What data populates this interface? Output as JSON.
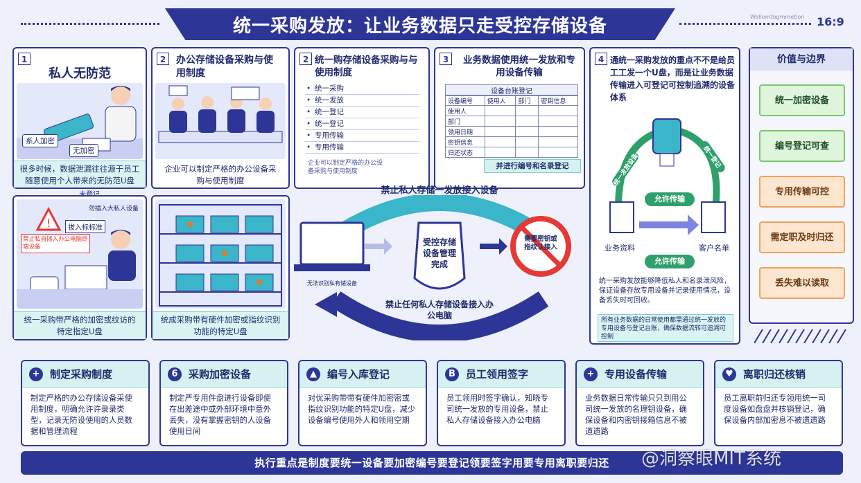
{
  "header": {
    "title": "统一采购发放：让业务数据只走受控存储设备",
    "ratio": "16:9",
    "tiny_mark": "Wellomtogmmetion"
  },
  "panels": {
    "p1": {
      "num": "1",
      "title": "私人无防范",
      "bubble1": "系人加密",
      "bubble2": "无加密",
      "tag": "未登记",
      "caption": "很多时候，数据泄漏往往源于员工随意使用个人带来的无防范U盘"
    },
    "p2": {
      "num": "2",
      "title": "办公存储设备采购与使用制度",
      "caption": "企业可以制定严格的办公设备采购与使用制度"
    },
    "p3": {
      "num": "2",
      "title": "统一购存储设备采购与与使用制度",
      "items": [
        "统一采购",
        "统一发放",
        "统一登记",
        "统一登记",
        "专用传输",
        "专用传输"
      ],
      "note": "企业可以制定严格的办公设备采购与使用制度"
    },
    "p4": {
      "num": "3",
      "title": "业务数据使用统一发放和专用设备传输",
      "table_title": "设备台账登记",
      "rows": [
        "设备编号",
        "使用人",
        "部门",
        "领用日期",
        "密钥信息",
        "归还状态"
      ],
      "cols": [
        "设备编号",
        "使用人",
        "部门",
        "密钥信息"
      ],
      "badge": "并进行编号和名录登记"
    },
    "p5": {
      "sign_title": "勿插入大私人设备",
      "warn": "拔入标标准",
      "warn_note": "禁止私自插入办公电脑终端设备",
      "caption": "统一采购带严格的加密或纹访的特定指定U盘"
    },
    "p6": {
      "caption": "统成采购带有硬件加密或指纹识别功能的特定U盘"
    },
    "center": {
      "arc_top": "禁止私人存储一发放接入设备",
      "arc_bottom": "禁止任何私人存储设备接入办公电脑",
      "shield": "受控存储设备管理完成",
      "laptop_label": "无法识别私有储设备",
      "ban": "需要密钥或指纹认接入"
    },
    "p7": {
      "num": "4",
      "title": "通统一采购发放的重点不不是给员工工发一个U盘，而是让业务数据传输进入可登记可控制追溯的设备体系",
      "arc_left": "统一发放设备",
      "arc_right": "统一登记",
      "allow1": "允许传输",
      "allow2": "允许传输",
      "doc_left": "业务资料",
      "doc_right": "客户名单",
      "caption": "统一采购发放能够降低私人和名录泄风险，保证设备存放专用设备并记录使用情况，设备丢失时可回收。",
      "note": "所有业务数据的日常使用都需通过统一发放的专用设备与登记台账，确保数据流转可追溯可控制"
    }
  },
  "sidebar": {
    "title": "价值与边界",
    "items": [
      "统一加密设备",
      "编号登记可查",
      "专用传输可控",
      "需定职及时归还",
      "丢失难以读取"
    ]
  },
  "cards": [
    {
      "icon": "+",
      "title": "制定采购制度",
      "body": "制定严格的办公存储设备采使用制度，明确允许许录录类型，记录无防设使用的人员数据和管理流程"
    },
    {
      "icon": "6",
      "title": "采购加密设备",
      "body": "制定严专用件盘进行设备即使在出差途中或外部环境中意外丢失，没有掌握密钥的人设备使用日间"
    },
    {
      "icon": "▲",
      "title": "编号入库登记",
      "body": "对优采购带带有硬件加密密或指纹识别功能的特定U盘，减少设备编号使用外人和领用空期"
    },
    {
      "icon": "B",
      "title": "员工领用签字",
      "body": "员工领用时签字确认，知晓专司统一发放的专用设备，禁止私人存储设备接入办公电脑"
    },
    {
      "icon": "+",
      "title": "专用设备传输",
      "body": "业务数据日常传输只只到用公司统一发放的名理钥设备，确保设备和内密钥接箱信息不被道遗路"
    },
    {
      "icon": "♥",
      "title": "离职归还核销",
      "body": "员工离职前归还专领用统一司度设备如盘盘并核销登记，确保设备内部加密息不被遗遗路"
    }
  ],
  "footer": {
    "text": "执行重点是制度要统一设备要加密编号要登记领要签字用要专用离职要归还"
  },
  "watermark": "@洞察眼MIT系统",
  "colors": {
    "navy": "#2d3596",
    "teal": "#d9f4f3",
    "green": "#dff5dc",
    "orange": "#fde6cf",
    "red": "#e53935"
  }
}
